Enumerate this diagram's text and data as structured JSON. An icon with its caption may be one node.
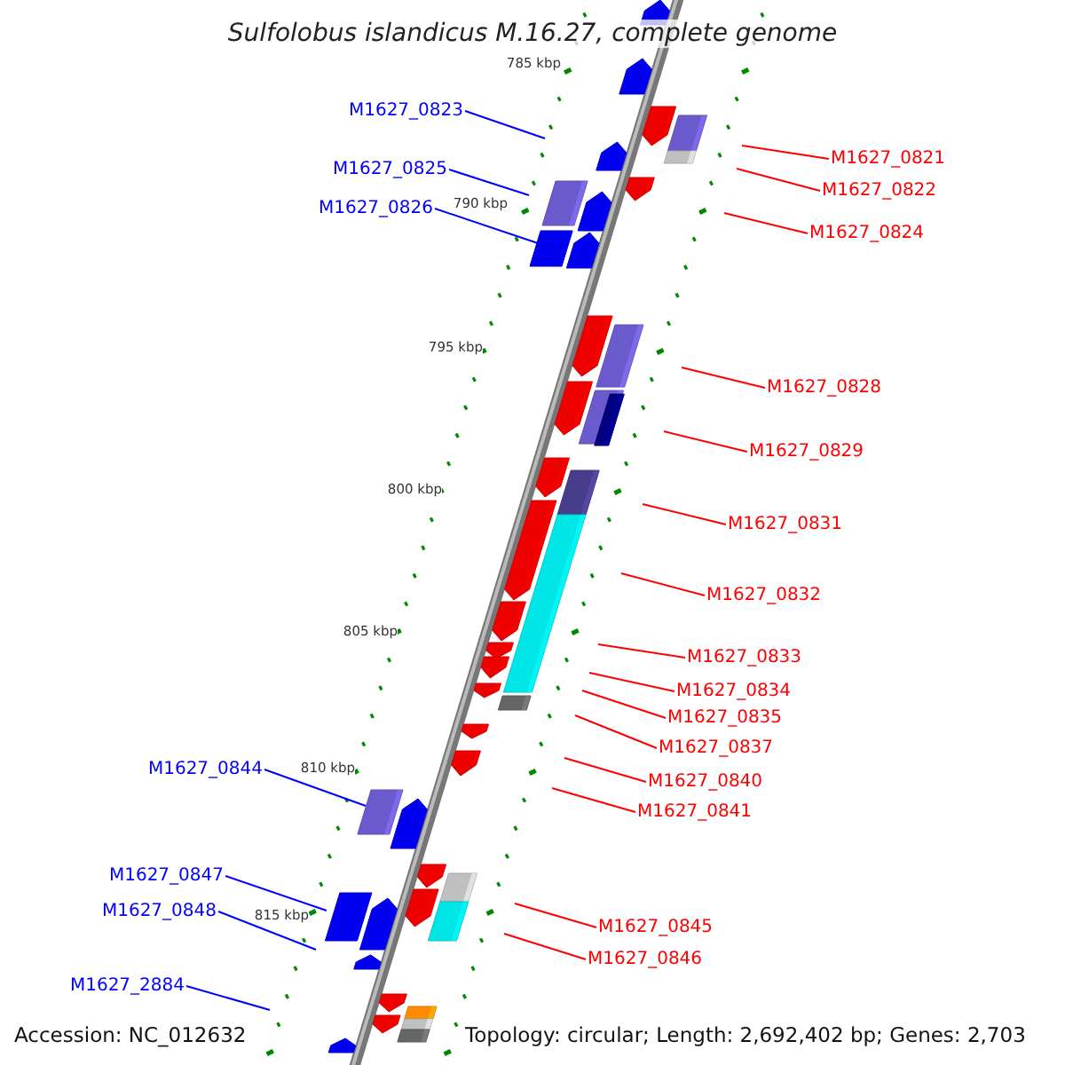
{
  "diagram": {
    "title": "Sulfolobus islandicus M.16.27, complete genome",
    "nodes": [
      {
        "text": [
          "M1627_0821"
        ]
      },
      {
        "text": [
          "M1627_0822"
        ]
      },
      {
        "text": [
          "M1627_0823"
        ]
      },
      {
        "text": [
          "M1627_0824"
        ]
      },
      {
        "text": [
          "M1627_0825"
        ]
      },
      {
        "text": [
          "M1627_0826"
        ]
      },
      {
        "text": [
          "M1627_0828"
        ]
      },
      {
        "text": [
          "M1627_0829"
        ]
      },
      {
        "text": [
          "M1627_0831"
        ]
      },
      {
        "text": [
          "M1627_0832"
        ]
      },
      {
        "text": [
          "M1627_0833"
        ]
      },
      {
        "text": [
          "M1627_0834"
        ]
      },
      {
        "text": [
          "M1627_0835"
        ]
      },
      {
        "text": [
          "M1627_0837"
        ]
      },
      {
        "text": [
          "M1627_0840"
        ]
      },
      {
        "text": [
          "M1627_0841"
        ]
      },
      {
        "text": [
          "M1627_0844"
        ]
      },
      {
        "text": [
          "M1627_0845"
        ]
      },
      {
        "text": [
          "M1627_0846"
        ]
      },
      {
        "text": [
          "M1627_0847"
        ]
      },
      {
        "text": [
          "M1627_0848"
        ]
      },
      {
        "text": [
          "M1627_2884"
        ]
      }
    ],
    "edges": [
      {
        "from": 0,
        "to": null,
        "arrow": "none"
      },
      {
        "from": 1,
        "to": null,
        "arrow": "none"
      },
      {
        "from": 2,
        "to": null,
        "arrow": "none",
        "color": "#0000ff"
      },
      {
        "from": 3,
        "to": null,
        "arrow": "none"
      },
      {
        "from": 4,
        "to": null,
        "arrow": "none",
        "color": "#0000ff"
      },
      {
        "from": 5,
        "to": null,
        "arrow": "none",
        "color": "#0000ff"
      },
      {
        "from": 6,
        "to": null,
        "arrow": "none"
      },
      {
        "from": 7,
        "to": null,
        "arrow": "none"
      },
      {
        "from": 8,
        "to": null,
        "arrow": "none"
      },
      {
        "from": 9,
        "to": null,
        "arrow": "none"
      },
      {
        "from": 10,
        "to": null,
        "arrow": "none"
      },
      {
        "from": 11,
        "to": null,
        "arrow": "none"
      },
      {
        "from": 12,
        "to": null,
        "arrow": "none"
      },
      {
        "from": 13,
        "to": null,
        "arrow": "none"
      },
      {
        "from": 14,
        "to": null,
        "arrow": "none"
      },
      {
        "from": 15,
        "to": null,
        "arrow": "none"
      },
      {
        "from": 16,
        "to": null,
        "arrow": "none",
        "color": "#0000ff"
      },
      {
        "from": 17,
        "to": null,
        "arrow": "none"
      },
      {
        "from": 18,
        "to": null,
        "arrow": "none"
      },
      {
        "from": 19,
        "to": null,
        "arrow": "none",
        "color": "#0000ff"
      },
      {
        "from": 20,
        "to": null,
        "arrow": "none",
        "color": "#0000ff"
      },
      {
        "from": 21,
        "to": null,
        "arrow": "none",
        "color": "#0000ff"
      }
    ],
    "labels": [
      "785 kbp",
      "790 kbp",
      "795 kbp",
      "800 kbp",
      "805 kbp",
      "810 kbp",
      "815 kbp",
      "Accession: NC_012632",
      "Topology: circular; Length: 2,692,402 bp; Genes: 2,703"
    ]
  }
}
